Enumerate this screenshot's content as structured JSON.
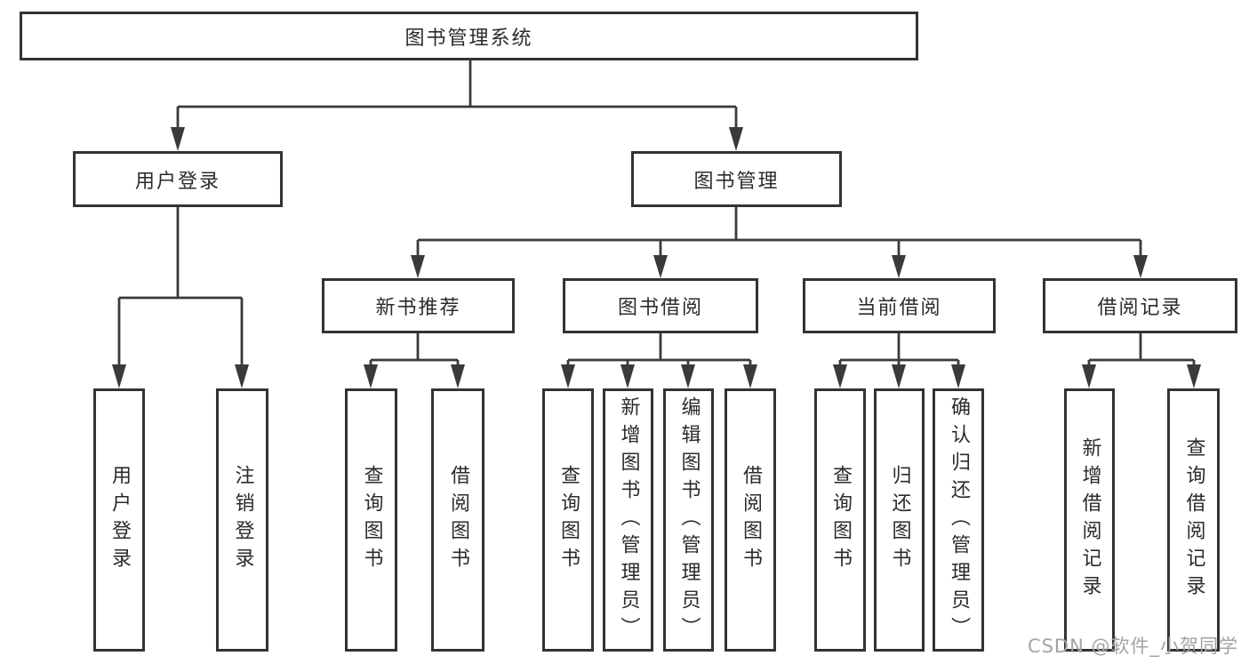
{
  "diagram": {
    "title": "图书管理系统",
    "root": {
      "label": "图书管理系统"
    },
    "level2": [
      {
        "id": "user-login",
        "label": "用户登录",
        "parent": "图书管理系统"
      },
      {
        "id": "book-management",
        "label": "图书管理",
        "parent": "图书管理系统"
      }
    ],
    "level3": [
      {
        "id": "new-book-recommend",
        "label": "新书推荐",
        "parent": "图书管理"
      },
      {
        "id": "book-borrow",
        "label": "图书借阅",
        "parent": "图书管理"
      },
      {
        "id": "current-borrow",
        "label": "当前借阅",
        "parent": "图书管理"
      },
      {
        "id": "borrow-records",
        "label": "借阅记录",
        "parent": "图书管理"
      }
    ],
    "leaves": [
      {
        "label": "用户登录",
        "parent": "用户登录"
      },
      {
        "label": "注销登录",
        "parent": "用户登录"
      },
      {
        "label": "查询图书",
        "parent": "新书推荐"
      },
      {
        "label": "借阅图书",
        "parent": "新书推荐"
      },
      {
        "label": "查询图书",
        "parent": "图书借阅"
      },
      {
        "label": "新增图书（管理员）",
        "parent": "图书借阅"
      },
      {
        "label": "编辑图书（管理员）",
        "parent": "图书借阅"
      },
      {
        "label": "借阅图书",
        "parent": "图书借阅"
      },
      {
        "label": "查询图书",
        "parent": "当前借阅"
      },
      {
        "label": "归还图书",
        "parent": "当前借阅"
      },
      {
        "label": "确认归还（管理员）",
        "parent": "当前借阅"
      },
      {
        "label": "新增借阅记录",
        "parent": "借阅记录"
      },
      {
        "label": "查询借阅记录",
        "parent": "借阅记录"
      }
    ]
  },
  "watermark": {
    "text": "CSDN @软件_小贺同学",
    "color": "#a3a3a3"
  },
  "colors": {
    "background": "#ffffff",
    "box_border": "#333333",
    "line": "#3a3a3a",
    "text": "#2b2b2b"
  }
}
